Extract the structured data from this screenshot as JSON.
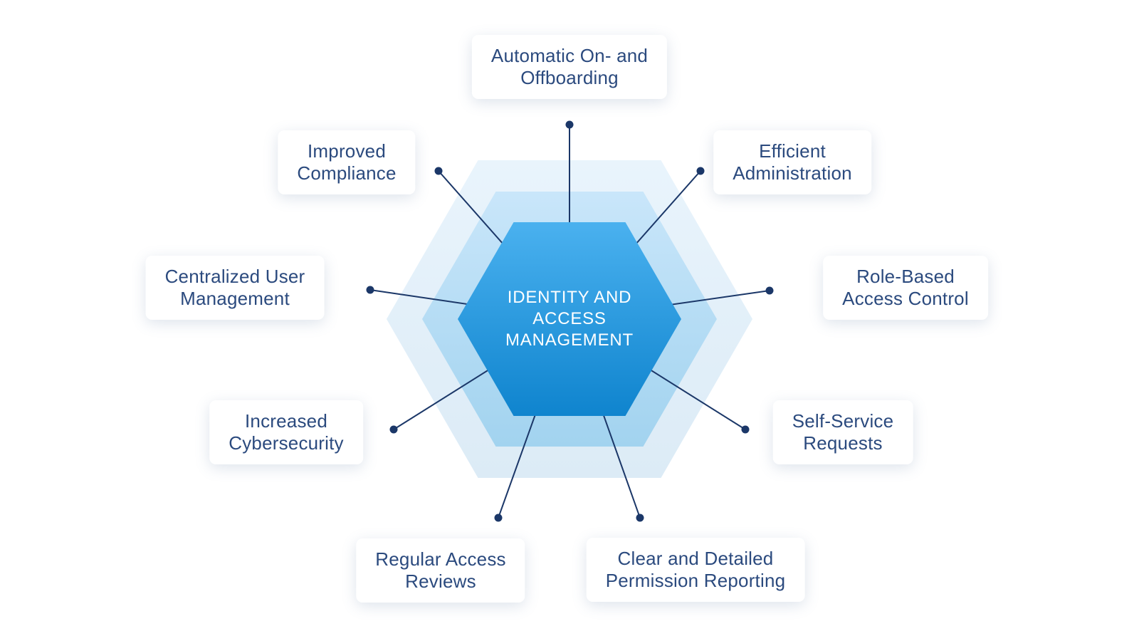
{
  "diagram": {
    "type": "hub-and-spoke hexagon infographic",
    "background": "#ffffff"
  },
  "colors": {
    "inner_hexagon_top": "#4ab1ef",
    "inner_hexagon_bottom": "#0f84ce",
    "middle_hexagon_top": "#c9e6fa",
    "middle_hexagon_bottom": "#a2d3ef",
    "outer_hexagon_top": "#e9f4fc",
    "outer_hexagon_bottom": "#dcebf6",
    "connector_line": "#1b3768",
    "connector_dot": "#1b3768",
    "card_background": "#ffffff",
    "card_text": "#2b4a7e",
    "center_text": "#ffffff"
  },
  "center": {
    "label": "IDENTITY AND\nACCESS\nMANAGEMENT"
  },
  "nodes": [
    {
      "id": "automatic-on-and-offboarding",
      "label": "Automatic On- and\nOffboarding"
    },
    {
      "id": "improved-compliance",
      "label": "Improved\nCompliance"
    },
    {
      "id": "efficient-administration",
      "label": "Efficient\nAdministration"
    },
    {
      "id": "centralized-user-management",
      "label": "Centralized User\nManagement"
    },
    {
      "id": "role-based-access-control",
      "label": "Role-Based\nAccess Control"
    },
    {
      "id": "increased-cybersecurity",
      "label": "Increased\nCybersecurity"
    },
    {
      "id": "self-service-requests",
      "label": "Self-Service\nRequests"
    },
    {
      "id": "regular-access-reviews",
      "label": "Regular Access\nReviews"
    },
    {
      "id": "clear-and-detailed-permission-reporting",
      "label": "Clear and Detailed\nPermission Reporting"
    }
  ]
}
